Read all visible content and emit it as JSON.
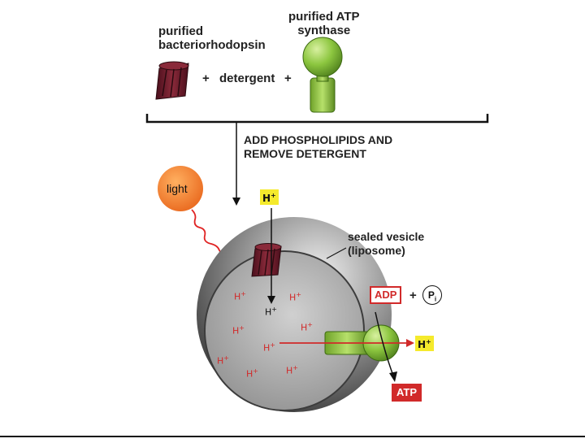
{
  "labels": {
    "bacteriorhodopsin_line1": "purified",
    "bacteriorhodopsin_line2": "bacteriorhodopsin",
    "atp_synthase_line1": "purified ATP",
    "atp_synthase_line2": "synthase",
    "plus1": "+",
    "detergent": "detergent",
    "plus2": "+",
    "step_line1": "ADD PHOSPHOLIPIDS AND",
    "step_line2": "REMOVE DETERGENT",
    "light": "light",
    "vesicle_line1": "sealed vesicle",
    "vesicle_line2": "(liposome)",
    "adp": "ADP",
    "plus3": "+",
    "pi_letter": "P",
    "pi_sub": "i",
    "atp": "ATP",
    "h": "H",
    "h_sup": "+"
  },
  "colors": {
    "bacteriorhodopsin": "#6b1a2a",
    "atp_synthase": "#8cc63f",
    "light": "#f47b20",
    "highlight_yellow": "#f5ea2c",
    "accent_red": "#d12a2a",
    "membrane": "#5a5a5a",
    "lumen": "#b3b3b3"
  }
}
